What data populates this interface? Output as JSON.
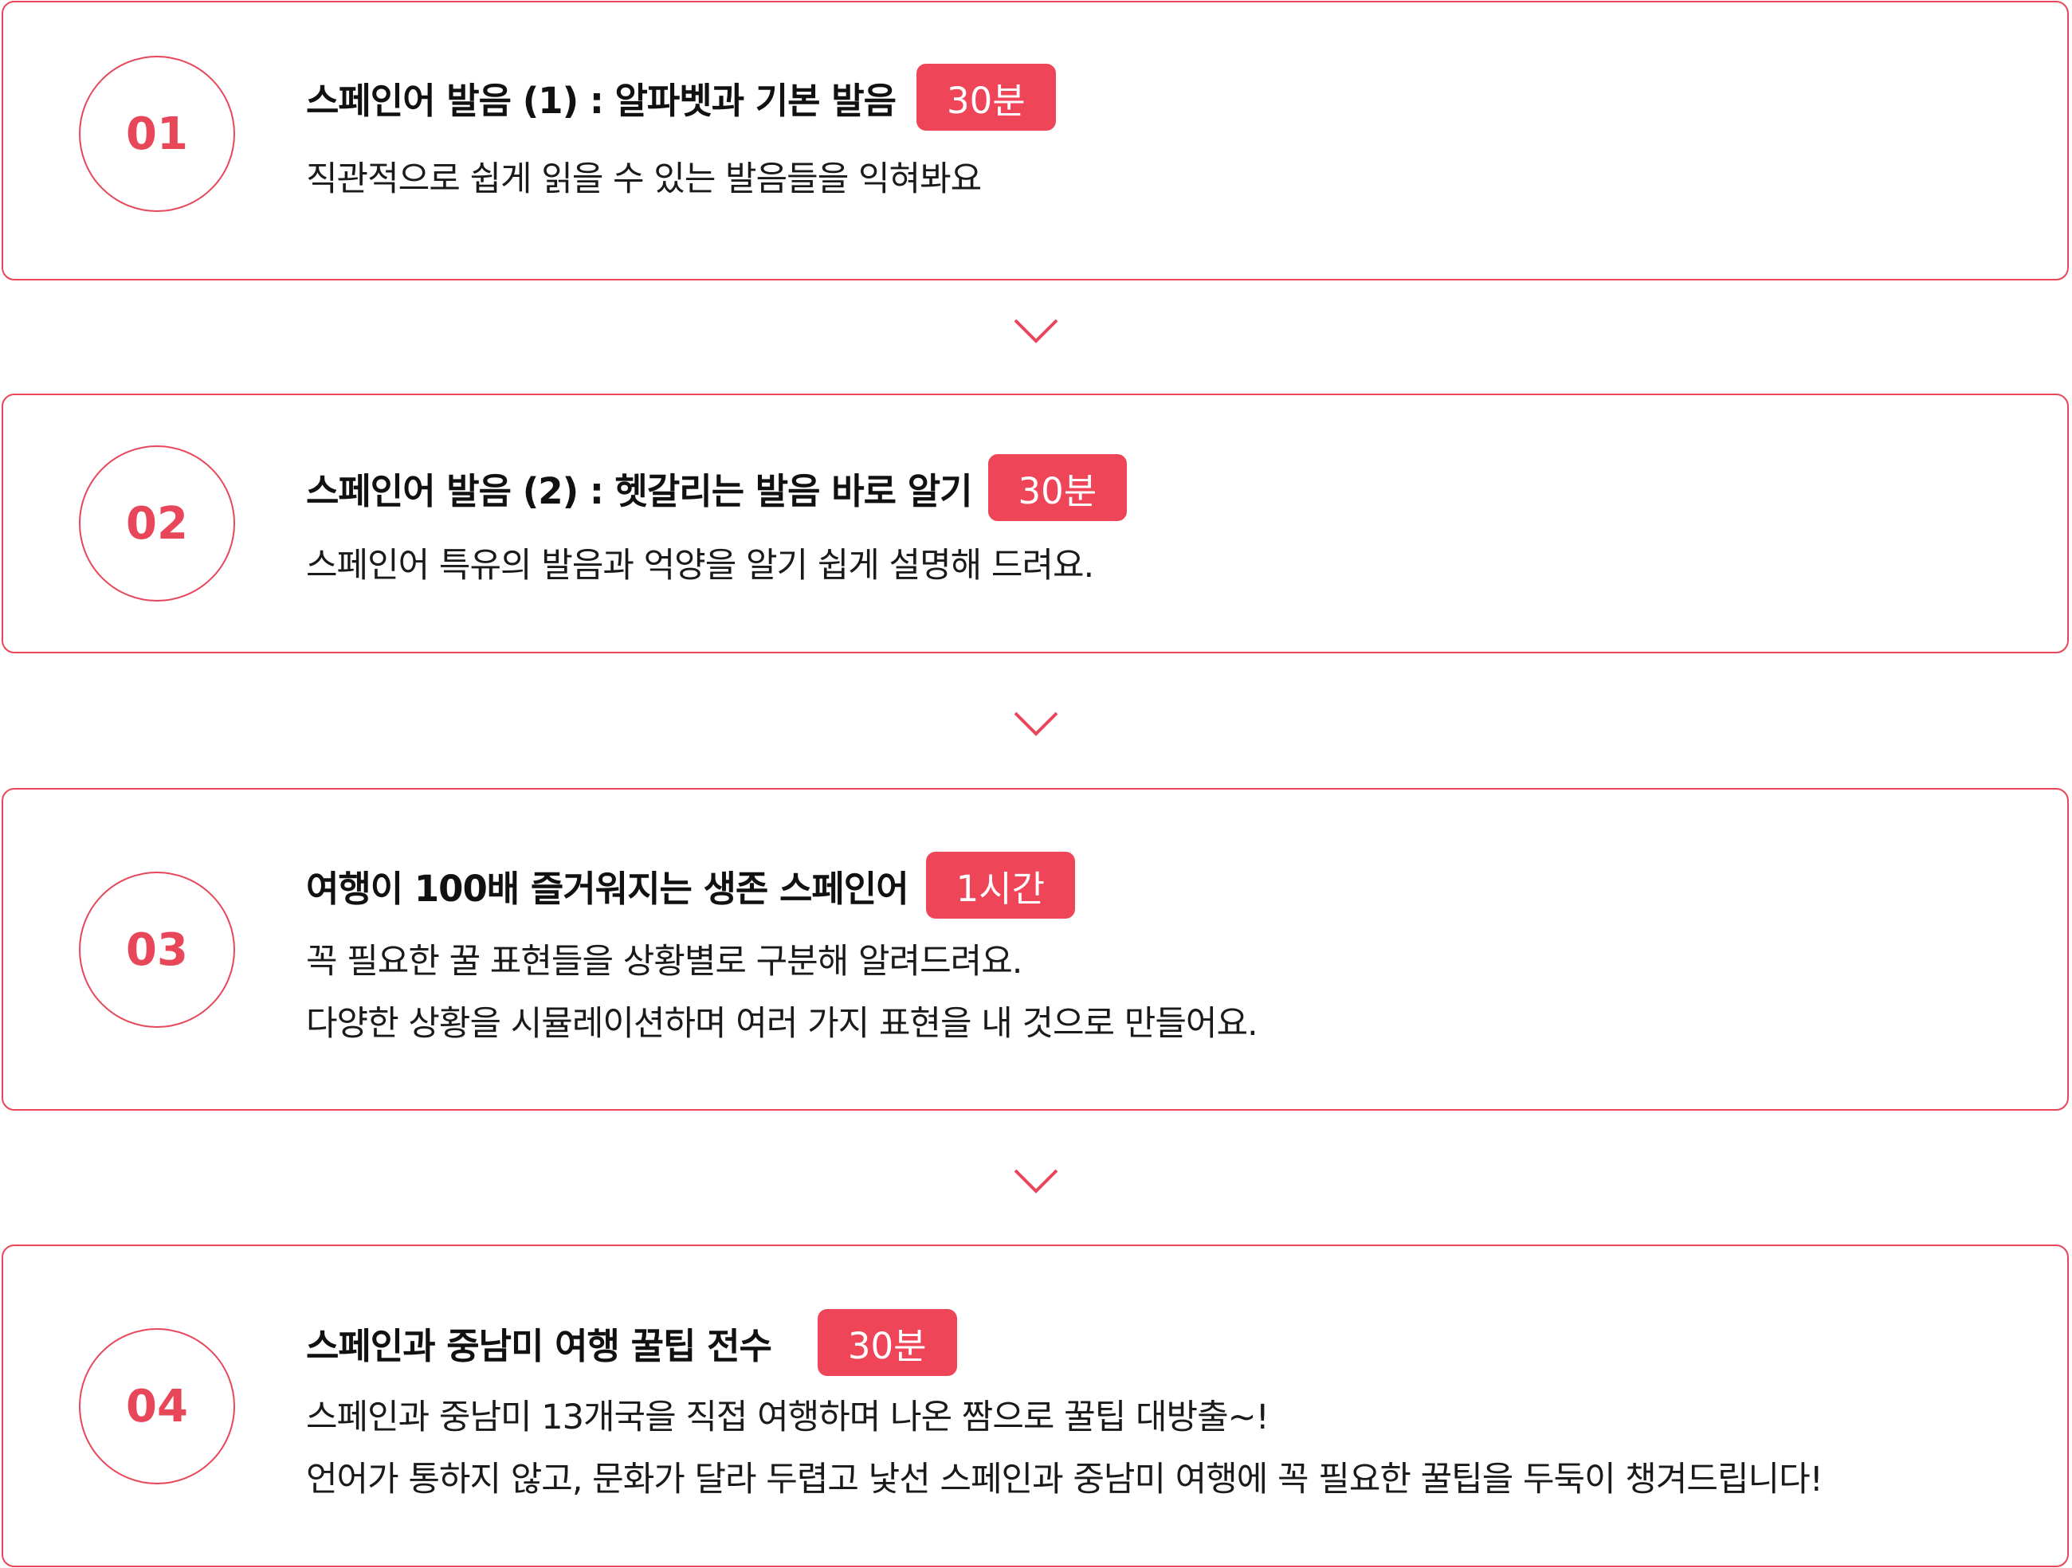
{
  "steps": [
    {
      "number": "01",
      "title": "스페인어 발음 (1) : 알파벳과 기본 발음",
      "badge": "30분",
      "desc": [
        "직관적으로 쉽게 읽을 수 있는 발음들을 익혀봐요"
      ]
    },
    {
      "number": "02",
      "title": "스페인어 발음 (2) : 헷갈리는 발음 바로 알기",
      "badge": "30분",
      "desc": [
        "스페인어 특유의 발음과 억양을 알기 쉽게 설명해 드려요."
      ]
    },
    {
      "number": "03",
      "title": "여행이 100배 즐거워지는 생존 스페인어",
      "badge": "1시간",
      "desc": [
        "꼭 필요한 꿀 표현들을 상황별로 구분해 알려드려요.",
        "다양한 상황을 시뮬레이션하며 여러 가지 표현을 내 것으로 만들어요."
      ]
    },
    {
      "number": "04",
      "title": "스페인과 중남미 여행 꿀팁 전수",
      "badge": "30분",
      "desc": [
        "스페인과 중남미 13개국을 직접 여행하며 나온 짬으로 꿀팁 대방출~!",
        "언어가 통하지 않고, 문화가 달라 두렵고 낯선 스페인과 중남미 여행에 꼭 필요한 꿀팁을 두둑이 챙겨드립니다!"
      ]
    }
  ],
  "icons": {
    "connector": "chevron-down-icon"
  },
  "colors": {
    "accent": "#e8475a",
    "badge_bg": "#ee4558",
    "badge_text": "#ffffff",
    "text": "#111111"
  }
}
